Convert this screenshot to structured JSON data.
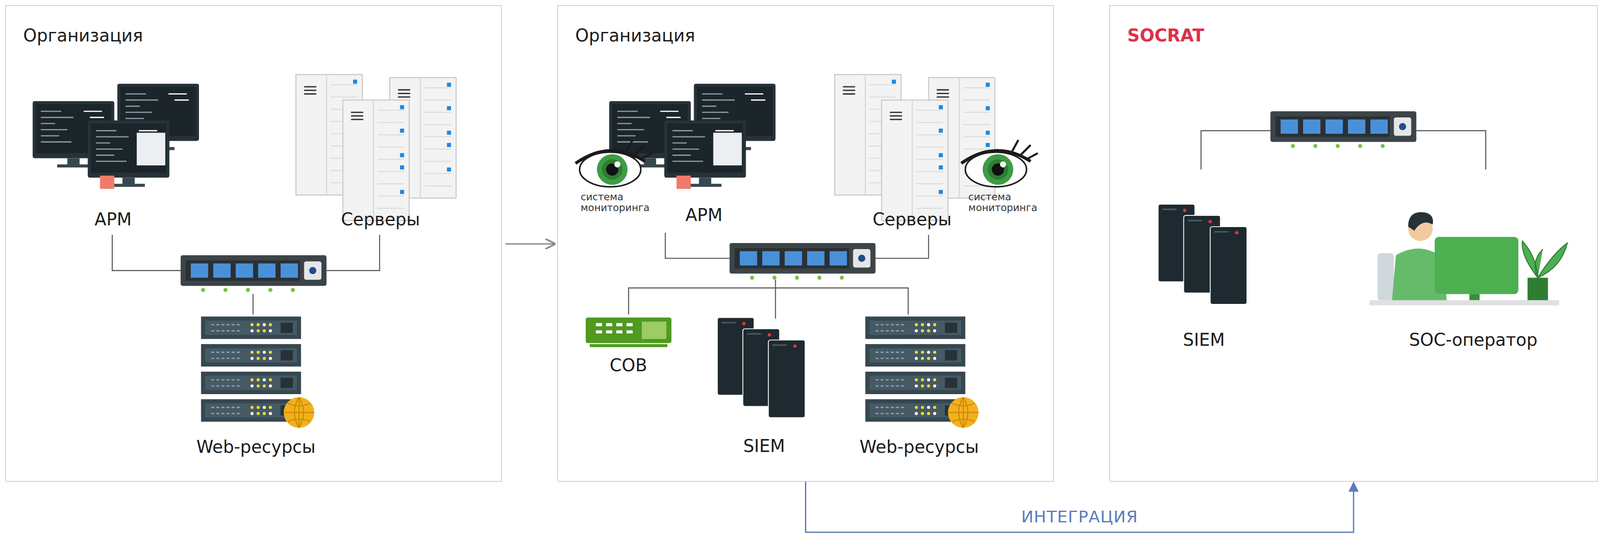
{
  "diagram": {
    "nodes": [
      {
        "text": [
          "Организация"
        ]
      },
      {
        "text": [
          "АРМ"
        ],
        "in": 0
      },
      {
        "text": [
          "Серверы"
        ],
        "in": 0
      },
      {
        "text": [
          "Web-ресурсы"
        ],
        "in": 0
      },
      {
        "text": [
          "Организация"
        ]
      },
      {
        "text": [
          "АРМ"
        ],
        "in": 4
      },
      {
        "text": [
          "Серверы"
        ],
        "in": 4
      },
      {
        "text": [
          "СОВ"
        ],
        "in": 4
      },
      {
        "text": [
          "SIEM"
        ],
        "in": 4
      },
      {
        "text": [
          "Web-ресурсы"
        ],
        "in": 4
      },
      {
        "text": [
          "SOCRAT"
        ]
      },
      {
        "text": [
          "SIEM"
        ],
        "in": 10
      },
      {
        "text": [
          "SOC-оператор"
        ],
        "in": 10
      }
    ],
    "edges": [
      {
        "from": 0,
        "to": 4,
        "arrow": "to"
      },
      {
        "from": 4,
        "to": 10,
        "arrow": "to",
        "label": "ИНТЕГРАЦИЯ"
      }
    ],
    "labels": [
      "система мониторинга",
      "система мониторинга"
    ]
  }
}
